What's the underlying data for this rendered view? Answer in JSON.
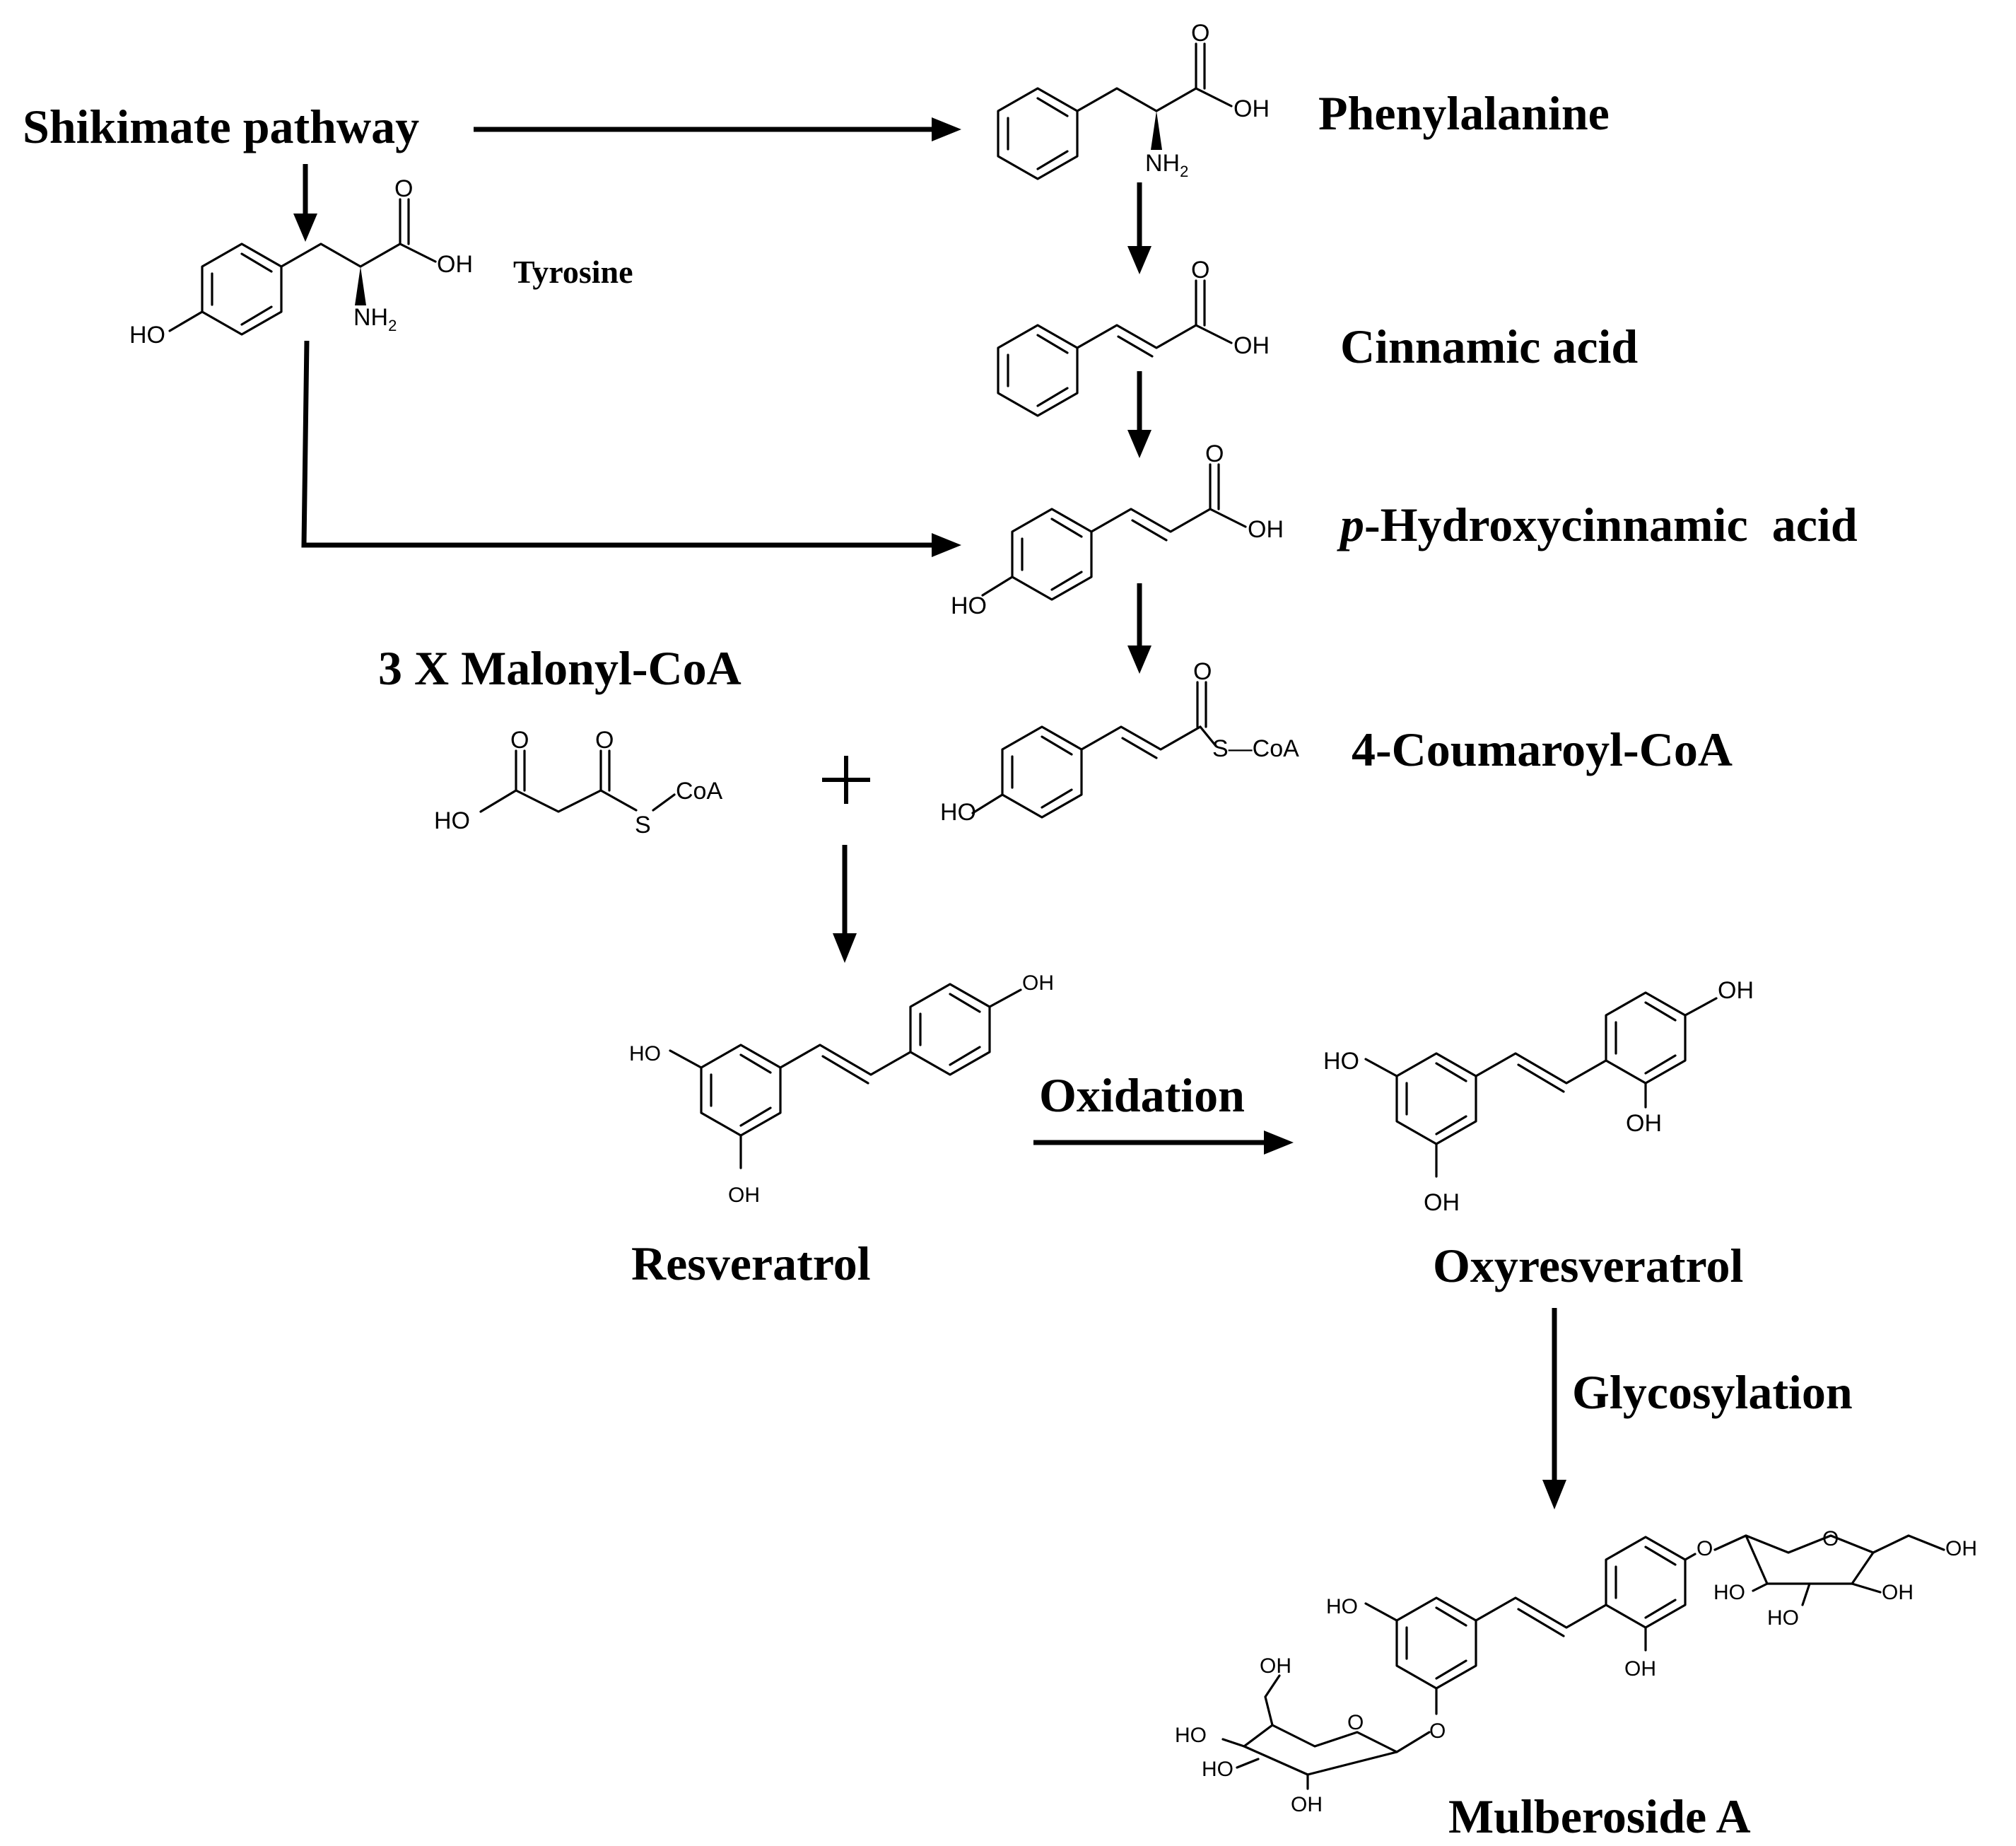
{
  "labels": {
    "shikimate": "Shikimate pathway",
    "phenylalanine": "Phenylalanine",
    "tyrosine": "Tyrosine",
    "cinnamic": "Cinnamic acid",
    "p_hydroxy_prefix": "p",
    "p_hydroxy_rest": "-Hydroxycinnamic  acid",
    "malonyl": "3 X Malonyl-CoA",
    "coumaroyl": "4-Coumaroyl-CoA",
    "resveratrol": "Resveratrol",
    "oxidation": "Oxidation",
    "oxyresveratrol": "Oxyresveratrol",
    "glycosylation": "Glycosylation",
    "mulberoside": "Mulberoside A"
  },
  "atoms": {
    "O": "O",
    "OH": "OH",
    "HO": "HO",
    "NH2": "NH",
    "sub2": "2",
    "S": "S",
    "CoA": "CoA",
    "SCoA": "S—CoA"
  },
  "symbols": {
    "plus": "+"
  }
}
